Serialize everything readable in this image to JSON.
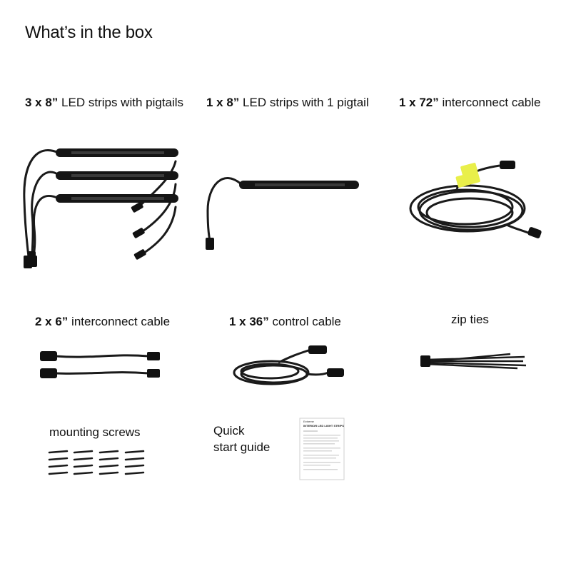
{
  "title": "What’s in the box",
  "items": [
    {
      "id": "led-strips-pigtails",
      "qty": "3 x 8”",
      "label": "LED strips with pigtails"
    },
    {
      "id": "led-strip-1-pigtail",
      "qty": "1 x 8”",
      "label": "LED strips with 1 pigtail"
    },
    {
      "id": "interconnect-72",
      "qty": "1 x 72”",
      "label": "interconnect cable"
    },
    {
      "id": "interconnect-6",
      "qty": "2 x 6”",
      "label": "interconnect cable"
    },
    {
      "id": "control-36",
      "qty": "1 x 36”",
      "label": "control cable"
    },
    {
      "id": "zip-ties",
      "qty": "",
      "label": "zip ties"
    },
    {
      "id": "screws",
      "qty": "",
      "label": "mounting screws"
    },
    {
      "id": "guide",
      "qty": "",
      "label_line1": "Quick",
      "label_line2": "start guide"
    }
  ],
  "guide_doc": {
    "brand": "Extreme",
    "heading": "INTERIOR LED LIGHT STRIPS"
  },
  "colors": {
    "cable": "#1a1a1a",
    "tag": "#e9ef4a"
  }
}
